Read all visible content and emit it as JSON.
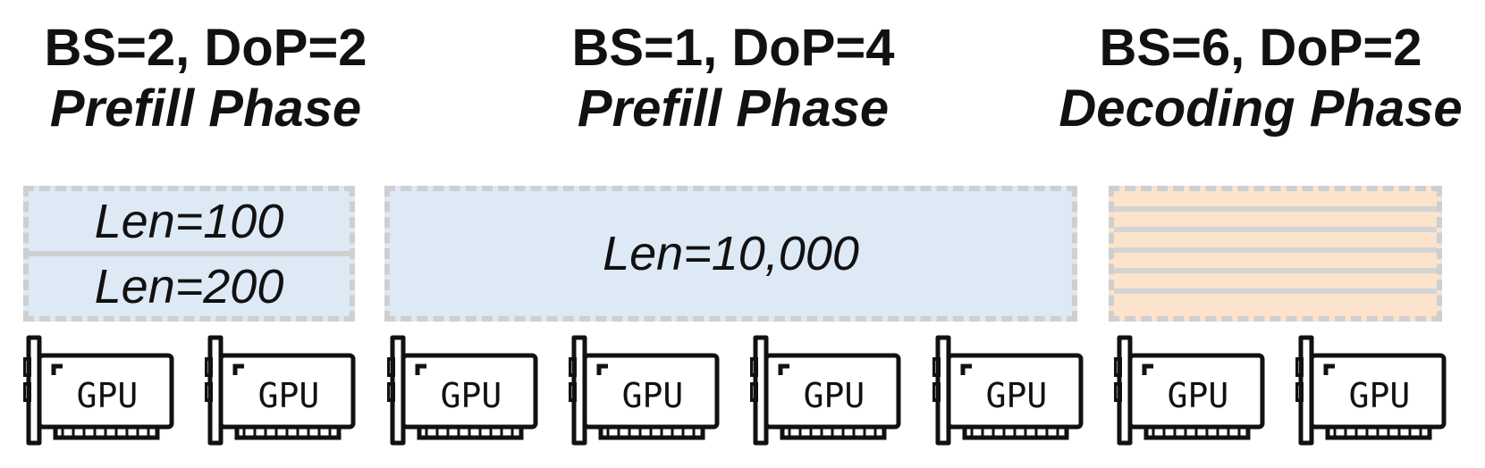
{
  "groups": [
    {
      "config": "BS=2, DoP=2",
      "phase": "Prefill Phase",
      "requests": [
        "Len=100",
        "Len=200"
      ]
    },
    {
      "config": "BS=1, DoP=4",
      "phase": "Prefill Phase",
      "requests": [
        "Len=10,000"
      ]
    },
    {
      "config": "BS=6, DoP=2",
      "phase": "Decoding Phase",
      "requests": []
    }
  ],
  "gpu_label": "GPU",
  "gpu_count": 8,
  "colors": {
    "prefill_fill": "#dde9f5",
    "decode_fill": "#fbe3cc",
    "dashed_border": "#cfcfcf",
    "text": "#111111"
  }
}
